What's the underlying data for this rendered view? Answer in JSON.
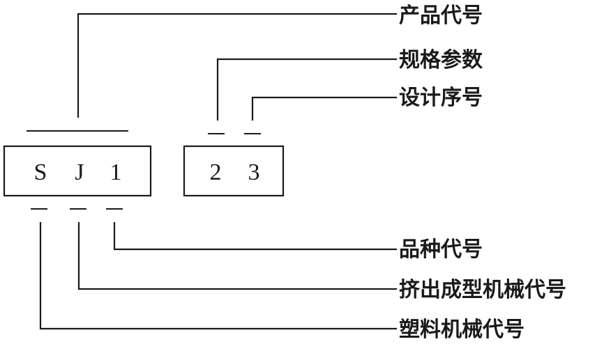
{
  "diagram": {
    "code_main": [
      "S",
      "J",
      "1"
    ],
    "code_spec": [
      "2",
      "3"
    ],
    "labels": {
      "product_code": "产品代号",
      "spec_param": "规格参数",
      "design_seq": "设计序号",
      "variety_code": "品种代号",
      "extrusion_code": "挤出成型机械代号",
      "plastic_code": "塑料机械代号"
    }
  }
}
